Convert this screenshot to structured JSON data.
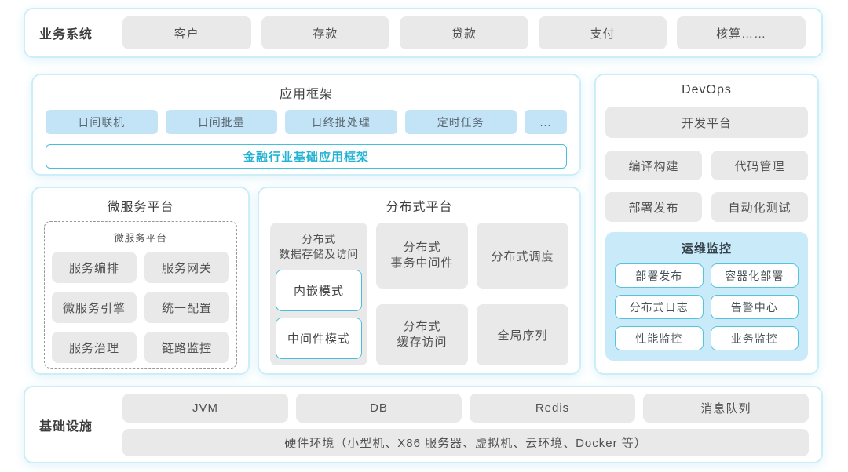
{
  "business_systems": {
    "label": "业务系统",
    "items": [
      "客户",
      "存款",
      "贷款",
      "支付",
      "核算……"
    ]
  },
  "app_framework": {
    "title": "应用框架",
    "modules": [
      "日间联机",
      "日间批量",
      "日终批处理",
      "定时任务",
      "..."
    ],
    "base": "金融行业基础应用框架"
  },
  "devops": {
    "title": "DevOps",
    "platform": "开发平台",
    "tools": [
      "编译构建",
      "代码管理",
      "部署发布",
      "自动化测试"
    ],
    "monitoring": {
      "title": "运维监控",
      "items": [
        "部署发布",
        "容器化部署",
        "分布式日志",
        "告警中心",
        "性能监控",
        "业务监控"
      ]
    }
  },
  "microservice": {
    "title": "微服务平台",
    "inner_title": "微服务平台",
    "items": [
      "服务编排",
      "服务网关",
      "微服务引擎",
      "统一配置",
      "服务治理",
      "链路监控"
    ]
  },
  "distributed": {
    "title": "分布式平台",
    "storage": {
      "label": "分布式\n数据存储及访问",
      "modes": [
        "内嵌模式",
        "中间件模式"
      ]
    },
    "cells": [
      "分布式\n事务中间件",
      "分布式调度",
      "分布式\n缓存访问",
      "全局序列"
    ]
  },
  "infrastructure": {
    "label": "基础设施",
    "items": [
      "JVM",
      "DB",
      "Redis",
      "消息队列"
    ],
    "hardware": "硬件环境（小型机、X86 服务器、虚拟机、云环境、Docker 等）"
  },
  "colors": {
    "accent_cyan": "#2bb5d6",
    "panel_border": "#cdeef6",
    "box_gray": "#e9e9e9",
    "box_blue": "#c3e4f6",
    "monitor_bg": "#c9eaf9",
    "outline_cyan": "#4cc0dc"
  }
}
